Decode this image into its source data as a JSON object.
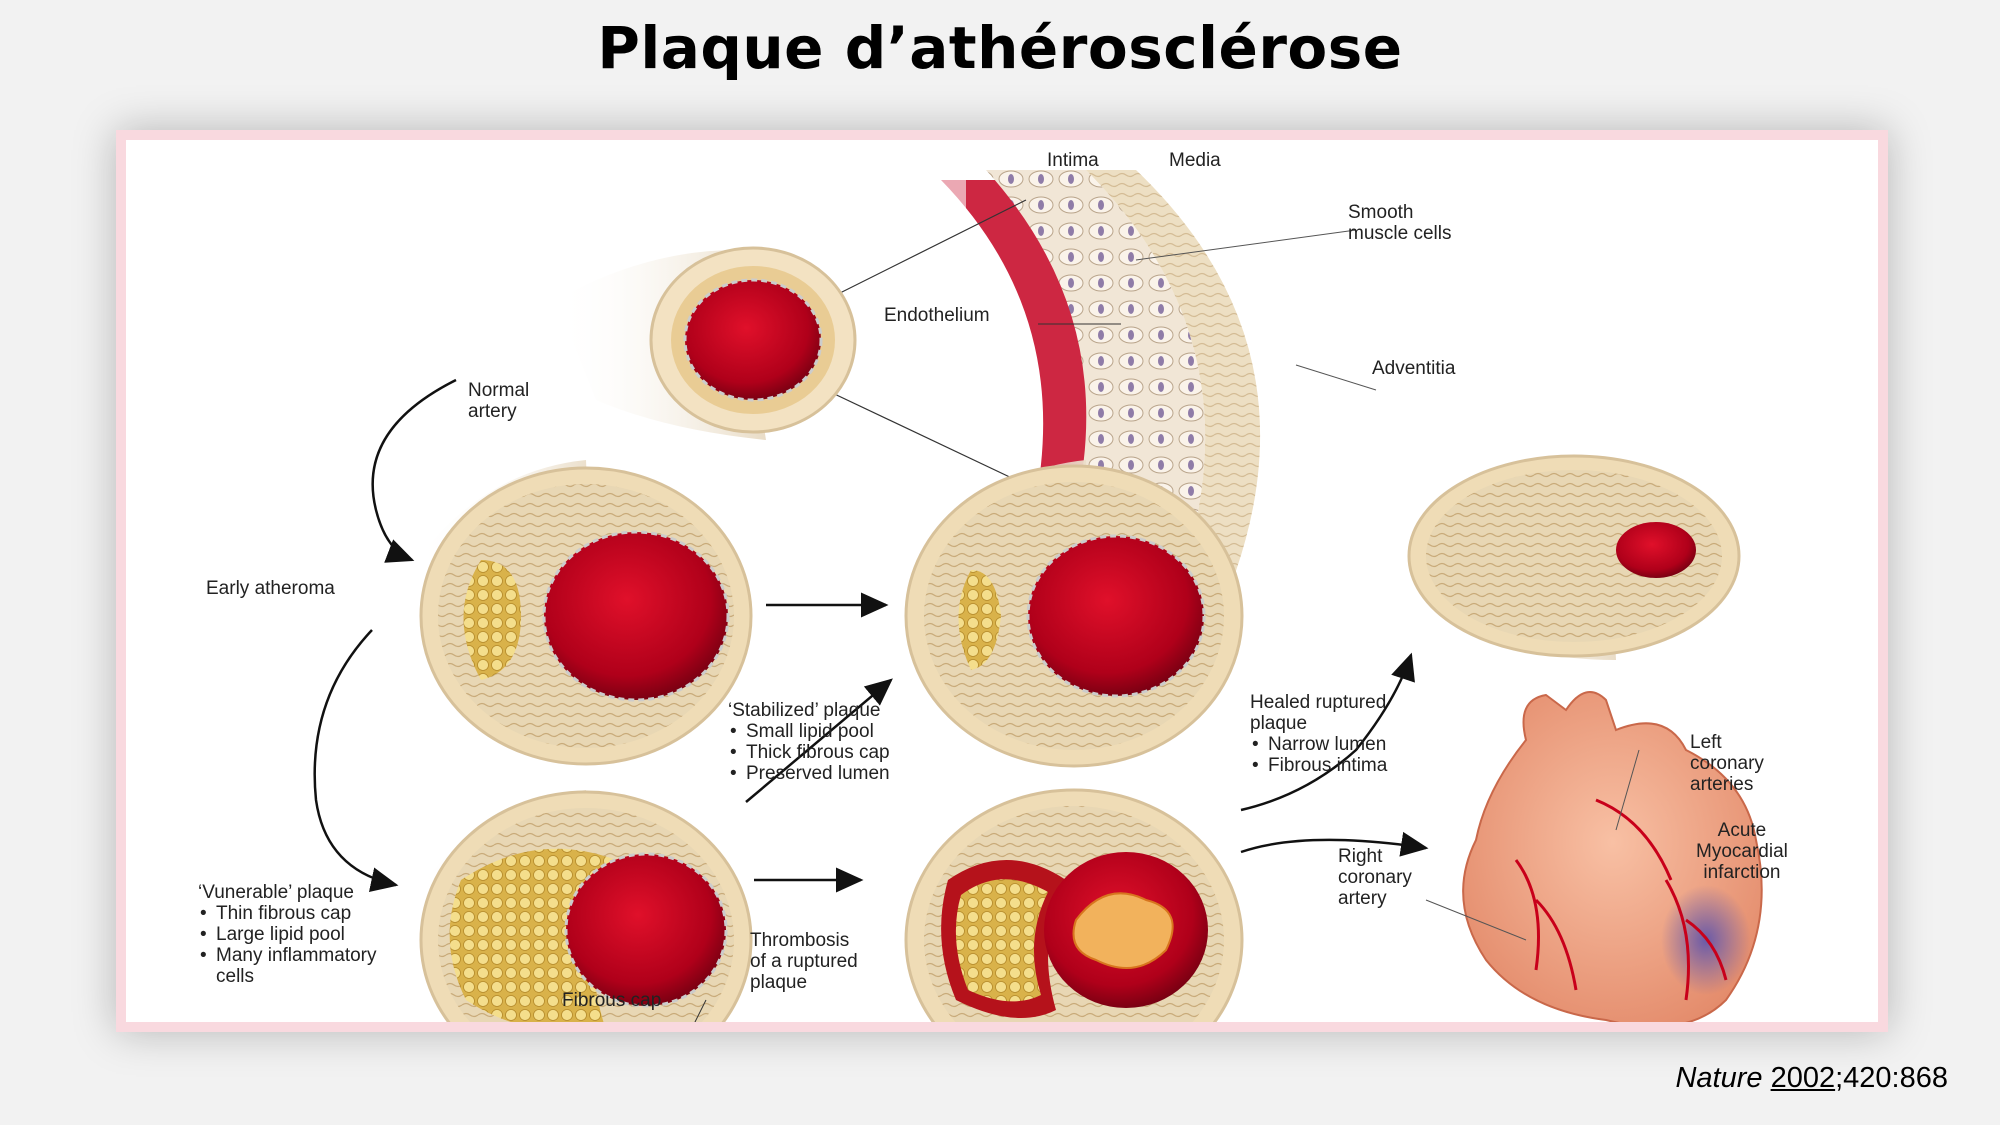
{
  "title": "Plaque d’athérosclérose",
  "citation": {
    "journal": "Nature",
    "year": "2002",
    "rest": ";420:868"
  },
  "labels": {
    "intima": "Intima",
    "media": "Media",
    "smooth_muscle": "Smooth\nmuscle cells",
    "endothelium": "Endothelium",
    "adventitia": "Adventitia",
    "normal_artery": "Normal\nartery",
    "early_atheroma": "Early atheroma",
    "stabilized": {
      "head": "‘Stabilized’ plaque",
      "items": [
        "Small lipid pool",
        "Thick fibrous cap",
        "Preserved lumen"
      ]
    },
    "vulnerable": {
      "head": "‘Vunerable’ plaque",
      "items": [
        "Thin fibrous cap",
        "Large lipid pool",
        "Many inflammatory\ncells"
      ]
    },
    "fibrous_cap": "Fibrous cap",
    "thrombosis": "Thrombosis\nof a ruptured\nplaque",
    "healed": {
      "head": "Healed ruptured\nplaque",
      "items": [
        "Narrow lumen",
        "Fibrous intima"
      ]
    },
    "left_coronary": "Left\ncoronary\narteries",
    "acute_mi": "Acute\nMyocardial\ninfarction",
    "right_coronary": "Right\ncoronary\nartery"
  }
}
